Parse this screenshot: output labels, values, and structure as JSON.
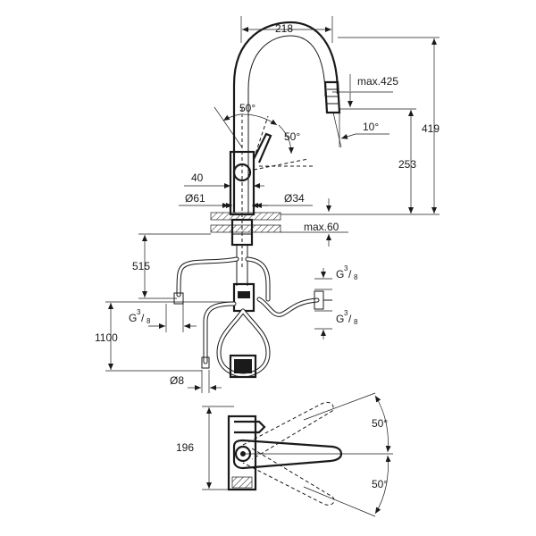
{
  "dimensions": {
    "width_218": "218",
    "max_425": "max.425",
    "h_419": "419",
    "h_253": "253",
    "angle_50_top": "50°",
    "angle_50_side": "50°",
    "angle_10": "10°",
    "d_40": "40",
    "d_61": "Ø61",
    "d_34": "Ø34",
    "max_60": "max.60",
    "h_515": "515",
    "h_1100": "1100",
    "d_8": "Ø8",
    "h_196": "196",
    "swivel_top": "50°",
    "swivel_bottom": "50°"
  },
  "threads": {
    "left": {
      "prefix": "G",
      "num": "3",
      "den": "8"
    },
    "right_top": {
      "prefix": "G",
      "num": "3",
      "den": "8"
    },
    "right_bottom": {
      "prefix": "G",
      "num": "3",
      "den": "8"
    }
  }
}
